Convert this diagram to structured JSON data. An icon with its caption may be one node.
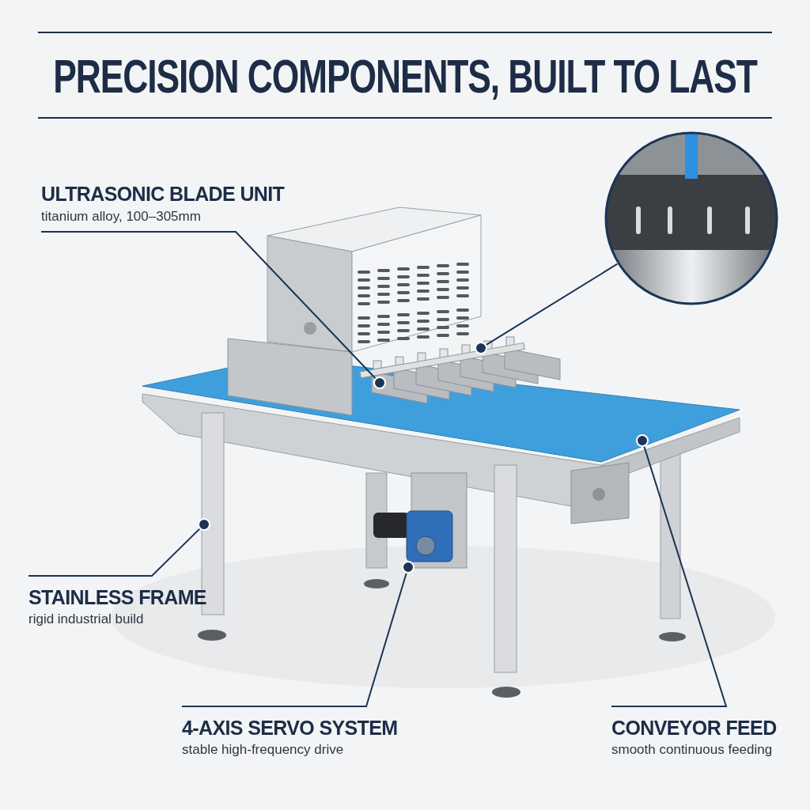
{
  "diagram": {
    "title": "PRECISION COMPONENTS, BUILT TO LAST",
    "nodes": [
      {
        "text": [
          "ULTRASONIC BLADE UNIT",
          "titanium alloy, 100–305mm"
        ]
      },
      {
        "text": [],
        "shape": "circle"
      },
      {
        "text": [],
        "shape": "picture"
      },
      {
        "text": [],
        "shape": "circle"
      },
      {
        "text": [],
        "shape": "circle"
      },
      {
        "text": [],
        "shape": "circle"
      },
      {
        "text": [],
        "shape": "circle"
      },
      {
        "text": [
          "STAINLESS FRAME",
          "rigid industrial build"
        ]
      },
      {
        "text": [
          "4-AXIS SERVO SYSTEM",
          "stable high-frequency drive"
        ]
      },
      {
        "text": [
          "CONVEYOR FEED",
          "smooth continuous feeding"
        ]
      }
    ],
    "edges": [
      {
        "from": 0,
        "to": 1,
        "arrow": "none"
      },
      {
        "from": 3,
        "to": 2,
        "arrow": "none"
      },
      {
        "from": 7,
        "to": 5,
        "arrow": "none"
      },
      {
        "from": 8,
        "to": 6,
        "arrow": "none"
      },
      {
        "from": 9,
        "to": 4,
        "arrow": "none"
      }
    ]
  }
}
